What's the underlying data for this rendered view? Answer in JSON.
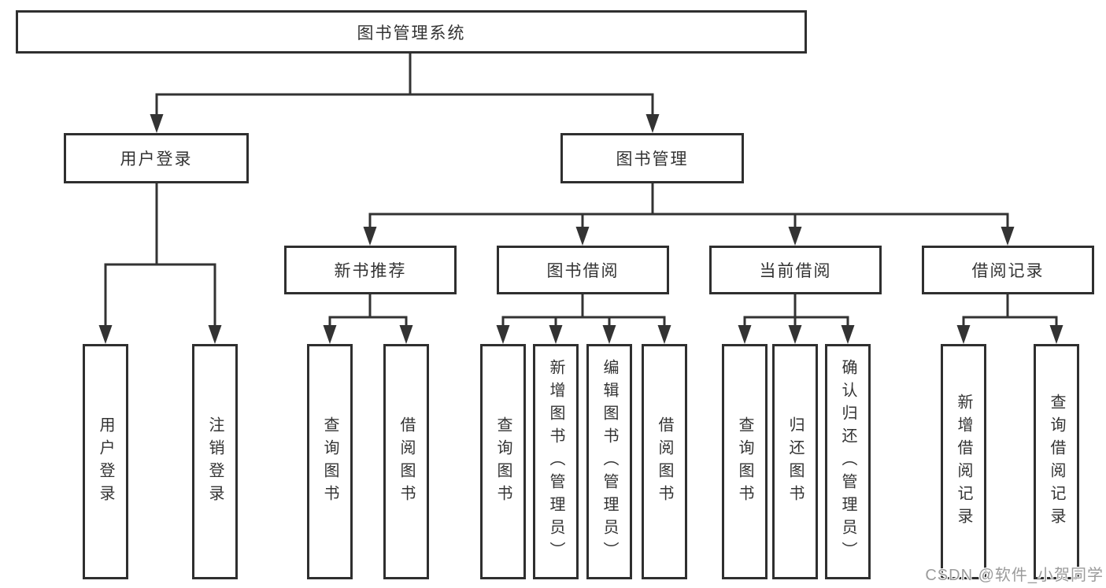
{
  "diagram": {
    "type": "hierarchy-diagram",
    "watermark": "CSDN @软件_小贺同学",
    "colors": {
      "line": "#333333",
      "box_border": "#2f2f2f",
      "box_background": "#ffffff",
      "text": "#333333",
      "watermark_text": "#9b9b9b",
      "page_background": "#ffffff"
    }
  },
  "nodes": {
    "root": {
      "label": "图书管理系统",
      "children": [
        "user_login",
        "book_mgmt"
      ]
    },
    "user_login": {
      "label": "用户登录",
      "children": [
        "leaf_user_login",
        "leaf_logout"
      ]
    },
    "book_mgmt": {
      "label": "图书管理",
      "children": [
        "new_book_rec",
        "book_borrow",
        "current_borrow",
        "borrow_record"
      ]
    },
    "new_book_rec": {
      "label": "新书推荐",
      "children": [
        "nbr_query_book",
        "nbr_borrow_book"
      ]
    },
    "book_borrow": {
      "label": "图书借阅",
      "children": [
        "bb_query_book",
        "bb_add_book",
        "bb_edit_book",
        "bb_borrow_book"
      ]
    },
    "current_borrow": {
      "label": "当前借阅",
      "children": [
        "cb_query_book",
        "cb_return_book",
        "cb_confirm_return"
      ]
    },
    "borrow_record": {
      "label": "借阅记录",
      "children": [
        "br_add_record",
        "br_query_record"
      ]
    },
    "leaf_user_login": {
      "label": "用户登录"
    },
    "leaf_logout": {
      "label": "注销登录"
    },
    "nbr_query_book": {
      "label": "查询图书"
    },
    "nbr_borrow_book": {
      "label": "借阅图书"
    },
    "bb_query_book": {
      "label": "查询图书"
    },
    "bb_add_book": {
      "label": "新增图书（管理员）"
    },
    "bb_edit_book": {
      "label": "编辑图书（管理员）"
    },
    "bb_borrow_book": {
      "label": "借阅图书"
    },
    "cb_query_book": {
      "label": "查询图书"
    },
    "cb_return_book": {
      "label": "归还图书"
    },
    "cb_confirm_return": {
      "label": "确认归还（管理员）"
    },
    "br_add_record": {
      "label": "新增借阅记录"
    },
    "br_query_record": {
      "label": "查询借阅记录"
    }
  }
}
